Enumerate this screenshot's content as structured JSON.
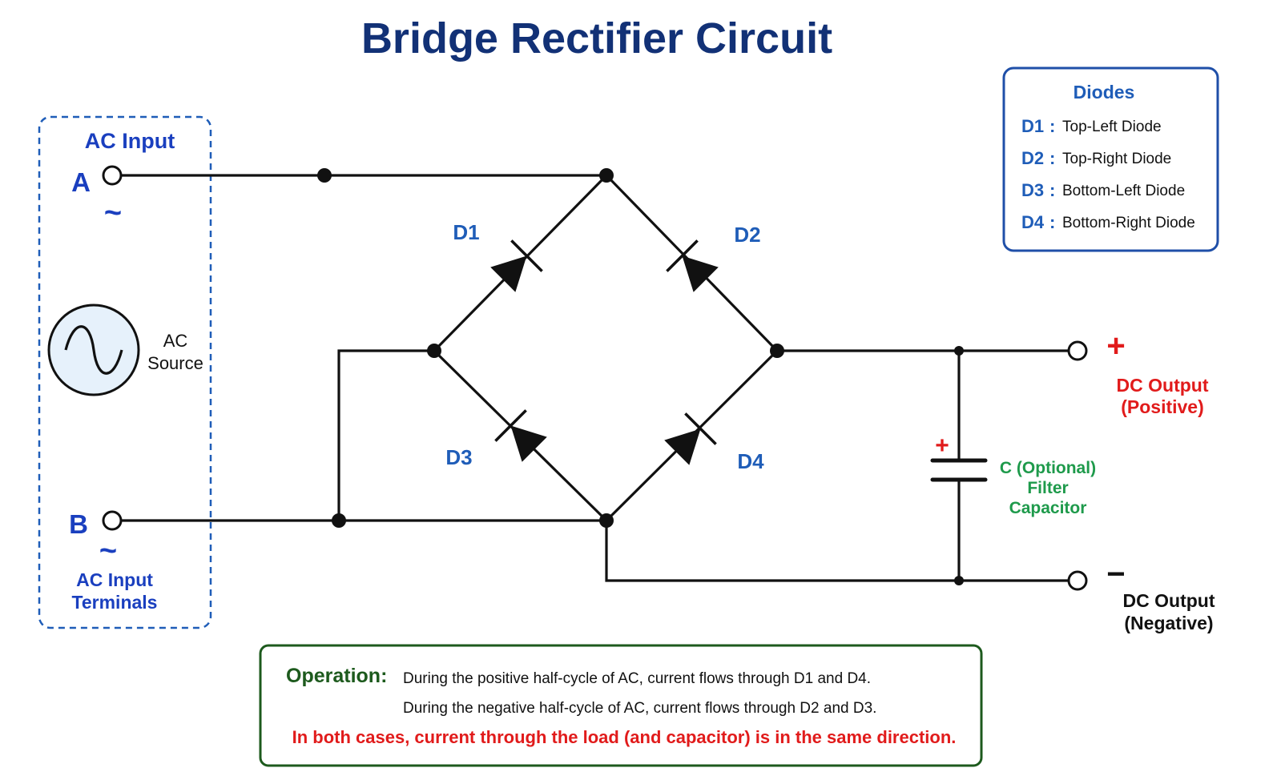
{
  "title": "Bridge Rectifier Circuit",
  "ac_input": {
    "heading": "AC Input",
    "terminal_a": "A",
    "terminal_b": "B",
    "tilde": "~",
    "source_label_1": "AC",
    "source_label_2": "Source",
    "terminals_label_1": "AC Input",
    "terminals_label_2": "Terminals"
  },
  "diodes": {
    "d1": "D1",
    "d2": "D2",
    "d3": "D3",
    "d4": "D4"
  },
  "legend": {
    "title": "Diodes",
    "items": [
      {
        "key": "D1",
        "sep": ":",
        "value": "Top-Left Diode"
      },
      {
        "key": "D2",
        "sep": ":",
        "value": "Top-Right Diode"
      },
      {
        "key": "D3",
        "sep": ":",
        "value": "Bottom-Left Diode"
      },
      {
        "key": "D4",
        "sep": ":",
        "value": "Bottom-Right Diode"
      }
    ]
  },
  "capacitor": {
    "plus": "+",
    "line1": "C (Optional)",
    "line2": "Filter",
    "line3": "Capacitor"
  },
  "dc_output": {
    "plus": "+",
    "minus": "−",
    "pos_line1": "DC Output",
    "pos_line2": "(Positive)",
    "neg_line1": "DC Output",
    "neg_line2": "(Negative)"
  },
  "operation": {
    "heading": "Operation:",
    "line1": "During the positive half-cycle of AC, current flows through D1 and D4.",
    "line2": "During the negative half-cycle of AC, current flows through D2 and D3.",
    "line3": "In both cases, current through the load (and capacitor) is in the same direction."
  },
  "colors": {
    "title": "#123176",
    "accent_blue": "#1a3fbf",
    "red": "#e11b1b",
    "green": "#1e9a4b",
    "op_green": "#1d5a1d"
  }
}
